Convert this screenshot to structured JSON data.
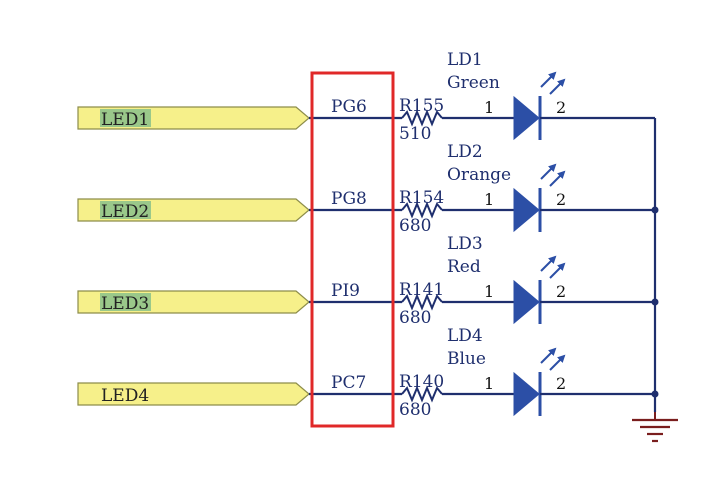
{
  "colors": {
    "wire": "#1f2f6e",
    "port_fill": "#f6f08a",
    "port_stroke": "#8d8d4a",
    "highlight": "#e02828",
    "led_fill": "#2c4fa6",
    "ground": "#7a1e1e",
    "port_label_bg": "#9ac88a"
  },
  "channels": [
    {
      "port": "LED1",
      "pin": "PG6",
      "resistor": "R155",
      "value": "510",
      "led": "LD1",
      "color": "Green",
      "pin1": "1",
      "pin2": "2",
      "label_highlighted": true
    },
    {
      "port": "LED2",
      "pin": "PG8",
      "resistor": "R154",
      "value": "680",
      "led": "LD2",
      "color": "Orange",
      "pin1": "1",
      "pin2": "2",
      "label_highlighted": true
    },
    {
      "port": "LED3",
      "pin": "PI9",
      "resistor": "R141",
      "value": "680",
      "led": "LD3",
      "color": "Red",
      "pin1": "1",
      "pin2": "2",
      "label_highlighted": true
    },
    {
      "port": "LED4",
      "pin": "PC7",
      "resistor": "R140",
      "value": "680",
      "led": "LD4",
      "color": "Blue",
      "pin1": "1",
      "pin2": "2",
      "label_highlighted": false
    }
  ]
}
